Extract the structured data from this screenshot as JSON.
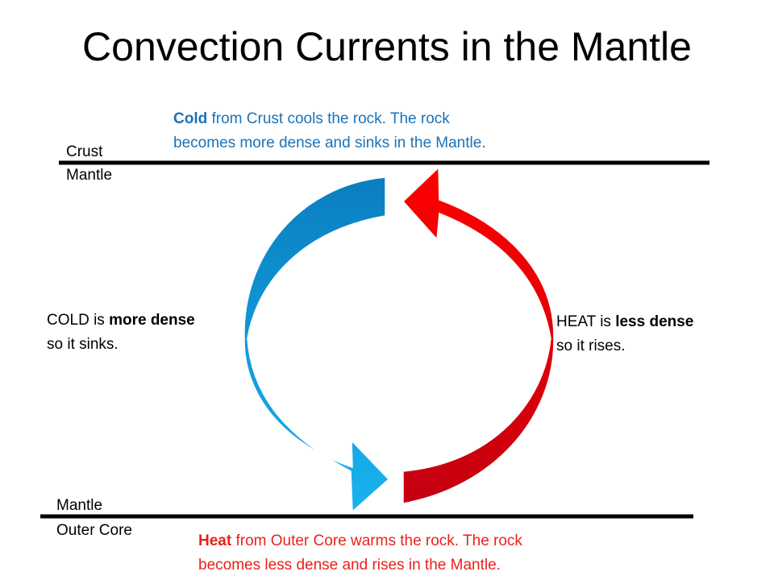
{
  "title": "Convection Currents in the Mantle",
  "boundaries": {
    "top": {
      "above": "Crust",
      "below": "Mantle"
    },
    "bottom": {
      "above": "Mantle",
      "below": "Outer Core"
    }
  },
  "notes": {
    "top": {
      "bold": "Cold",
      "line1_rest": " from Crust cools the rock. The rock",
      "line2": "becomes more dense and sinks in the Mantle."
    },
    "bottom": {
      "bold": "Heat",
      "line1_rest": " from Outer Core warms the rock. The rock",
      "line2": "becomes less dense and rises in the Mantle."
    },
    "left": {
      "pre": "COLD is ",
      "bold": "more dense",
      "line2": "so it sinks."
    },
    "right": {
      "pre": "HEAT is ",
      "bold": "less dense",
      "line2": "so it rises."
    }
  },
  "colors": {
    "cold_dark": "#0a7ec0",
    "cold_light": "#19b3ee",
    "hot_bright": "#ff0000",
    "hot_dark": "#c40010",
    "cold_text": "#1a72b8",
    "hot_text": "#e8221a"
  }
}
